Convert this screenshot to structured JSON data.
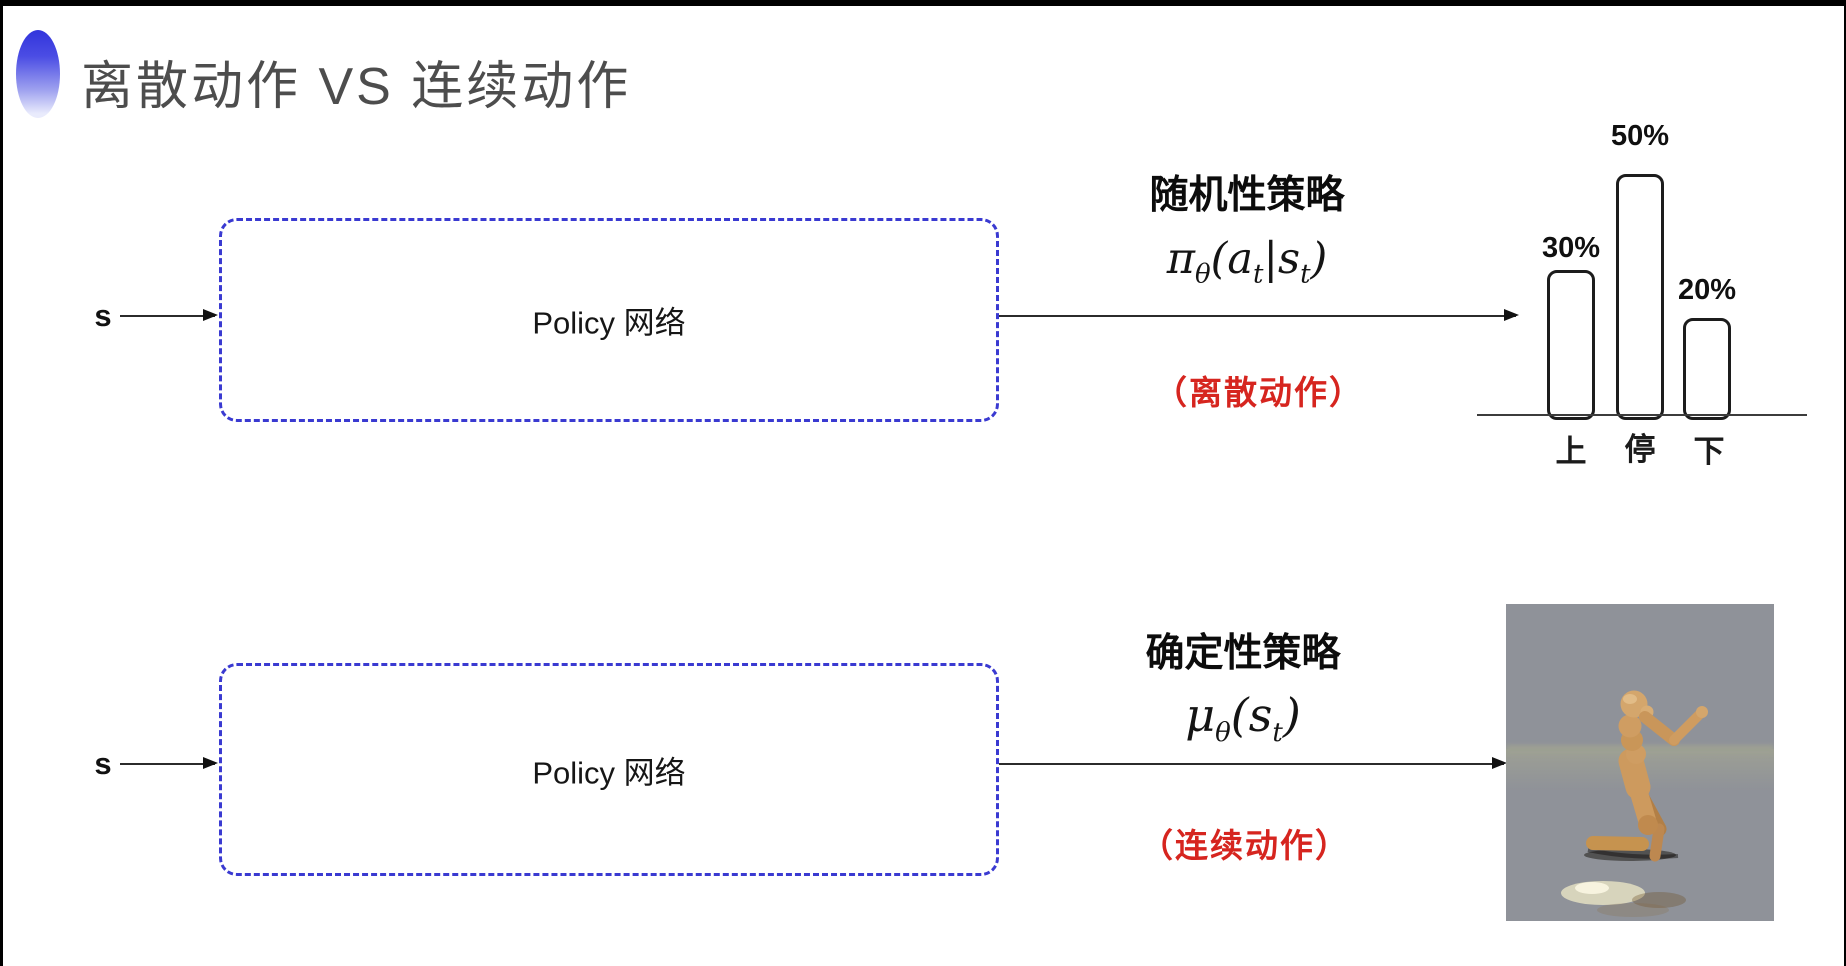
{
  "slide": {
    "title": "离散动作 VS 连续动作"
  },
  "colors": {
    "accent_blue": "#3a3ad1",
    "action_red": "#d6251f",
    "title_gray": "#4d4d4d"
  },
  "top_row": {
    "input_label": "s",
    "box_label": "Policy 网络",
    "policy_type": "随机性策略",
    "action_note": "（离散动作）",
    "formula": {
      "pi": "π",
      "theta": "θ",
      "lp": "(",
      "a": "a",
      "t1": "t",
      "bar": "|",
      "s": "s",
      "t2": "t",
      "rp": ")"
    }
  },
  "bottom_row": {
    "input_label": "s",
    "box_label": "Policy 网络",
    "policy_type": "确定性策略",
    "action_note": "（连续动作）",
    "formula": {
      "mu": "μ",
      "theta": "θ",
      "lp": "(",
      "s": "s",
      "t": "t",
      "rp": ")"
    }
  },
  "chart_data": {
    "type": "bar",
    "categories": [
      "上",
      "停",
      "下"
    ],
    "values": [
      30,
      50,
      20
    ],
    "value_labels": [
      "30%",
      "50%",
      "20%"
    ],
    "title": "",
    "xlabel": "",
    "ylabel": "",
    "ylim": [
      0,
      55
    ],
    "legend": false,
    "grid": false
  }
}
